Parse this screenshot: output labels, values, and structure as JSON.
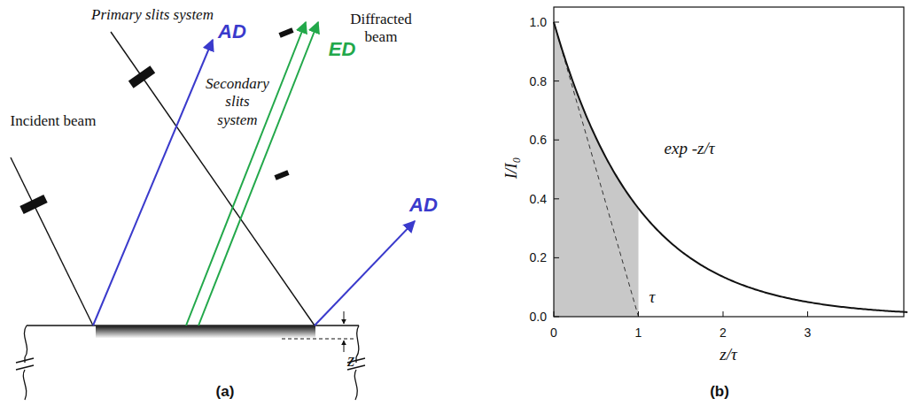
{
  "diagram": {
    "labels": [
      "Primary slits system",
      "AD",
      "Diffracted beam",
      "ED",
      "Secondary slits system",
      "Incident beam",
      "AD",
      "z",
      "(a)",
      "1.0",
      "0.8",
      "0.6",
      "0.4",
      "0.2",
      "0.0",
      "I/I₀",
      "exp -z/τ",
      "τ",
      "0",
      "1",
      "2",
      "3",
      "z/τ",
      "(b)"
    ]
  }
}
